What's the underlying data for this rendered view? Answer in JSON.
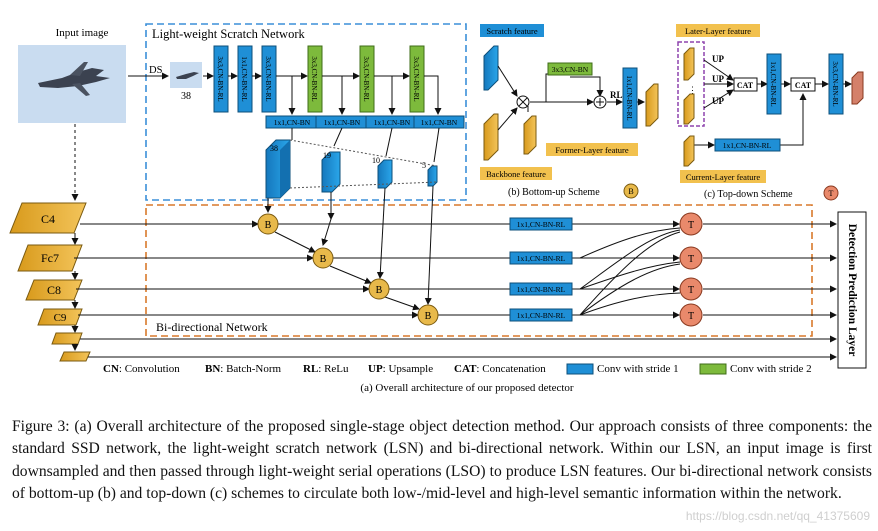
{
  "figure": {
    "input_image_label": "Input image",
    "lsn_title": "Light-weight Scratch Network",
    "ds_label": "DS",
    "scratch_input_size": "38",
    "conv_blocks": [
      "3x3,CN-BN-RL",
      "1x1,CN-BN-RL",
      "3x3,CN-BN-RL",
      "3x3,CN-BN-RL",
      "3x3,CN-BN-RL",
      "3x3,CN-BN-RL"
    ],
    "proj_blocks": [
      "1x1,CN-BN",
      "1x1,CN-BN",
      "1x1,CN-BN",
      "1x1,CN-BN"
    ],
    "lsn_feature_sizes": [
      "38",
      "19",
      "10",
      "5"
    ],
    "ssd_layers": [
      "C4",
      "Fc7",
      "C8",
      "C9",
      "",
      ""
    ],
    "b_node": "B",
    "t_node": "T",
    "bidir_label": "Bi-directional Network",
    "rl_blocks": [
      "1x1,CN-BN-RL",
      "1x1,CN-BN-RL",
      "1x1,CN-BN-RL",
      "1x1,CN-BN-RL"
    ],
    "detection_layer": "Detection Prediction Layer",
    "legend": {
      "cn_key": "CN",
      "cn_val": ": Convolution",
      "bn_key": "BN",
      "bn_val": ": Batch-Norm",
      "rl_key": "RL",
      "rl_val": ": ReLu",
      "up_key": "UP",
      "up_val": ": Upsample",
      "cat_key": "CAT",
      "cat_val": ": Concatenation",
      "stride1": "Conv with stride 1",
      "stride2": "Conv with stride 2"
    },
    "sub_a": "(a) Overall architecture of our proposed detector",
    "bottom_up": {
      "scratch_feature": "Scratch feature",
      "conv_top": "3x3,CN-BN",
      "rl": "RL",
      "out_block": "1x1,CN-BN-RL",
      "former_layer": "Former-Layer feature",
      "backbone": "Backbone feature",
      "caption": "(b) Bottom-up Scheme",
      "node": "B"
    },
    "top_down": {
      "later_layer": "Later-Layer feature",
      "up": "UP",
      "cat": "CAT",
      "block1": "1x1,CN-BN-RL",
      "block2": "3x3,CN-BN-RL",
      "block3": "1x1,CN-BN-RL",
      "current_layer": "Current-Layer feature",
      "caption": "(c) Top-down Scheme",
      "node": "T"
    },
    "colors": {
      "blue": "#1f8fd6",
      "green": "#7dba3c",
      "gold": "#e8a623",
      "purple": "#8e44ad",
      "orange_dash": "#d8792b",
      "blue_dash": "#3b8fd8",
      "t_node": "#e9896b",
      "b_node": "#e8b94a"
    }
  },
  "caption": "Figure 3: (a) Overall architecture of the proposed single-stage object detection method. Our approach consists of three components: the standard SSD network, the light-weight scratch network (LSN) and bi-directional network. Within our LSN, an input image is first downsampled and then passed through light-weight serial operations (LSO) to produce LSN features. Our bi-directional network consists of bottom-up (b) and top-down (c) schemes to circulate both low-/mid-level and high-level semantic information within the network.",
  "watermark": "https://blog.csdn.net/qq_41375609"
}
